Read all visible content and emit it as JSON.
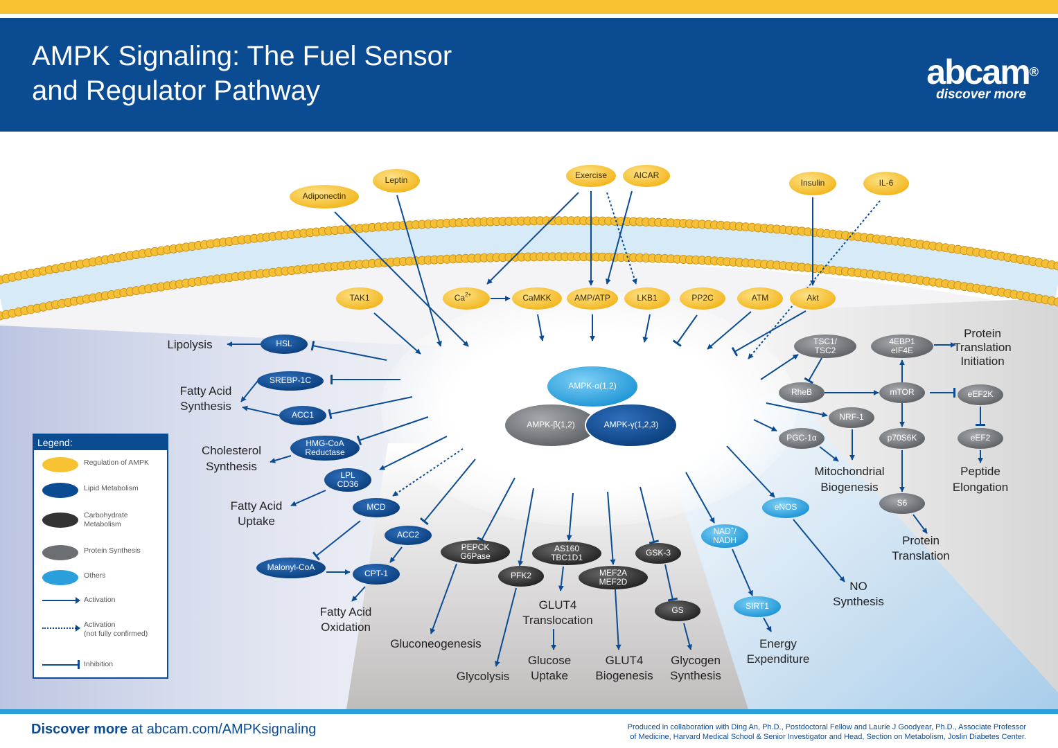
{
  "header": {
    "title_line1": "AMPK Signaling: The Fuel Sensor",
    "title_line2": "and Regulator Pathway",
    "brand": "abcam",
    "brand_mark": "®",
    "tagline": "discover more"
  },
  "colors": {
    "regulation": "#f7c332",
    "lipid": "#0b4b92",
    "carbohydrate": "#333333",
    "protein": "#6b6e72",
    "others": "#2a9fdc",
    "header": "#0b4b92"
  },
  "extracellular": {
    "adiponectin": "Adiponectin",
    "leptin": "Leptin",
    "exercise": "Exercise",
    "aicar": "AICAR",
    "insulin": "Insulin",
    "il6": "IL-6"
  },
  "regulators": {
    "tak1": "TAK1",
    "ca": "Ca",
    "ca_sup": "2+",
    "camkk": "CaMKK",
    "ampatp": "AMP/ATP",
    "lkb1": "LKB1",
    "pp2c": "PP2C",
    "atm": "ATM",
    "akt": "Akt"
  },
  "ampk": {
    "alpha": "AMPK-α(1,2)",
    "beta": "AMPK-β(1,2)",
    "gamma": "AMPK-γ(1,2,3)"
  },
  "lipid": {
    "hsl": "HSL",
    "srebp": "SREBP-1C",
    "acc1": "ACC1",
    "hmg1": "HMG-CoA",
    "hmg2": "Reductase",
    "lpl": "LPL",
    "cd36": "CD36",
    "mcd": "MCD",
    "acc2": "ACC2",
    "malonyl": "Malonyl-CoA",
    "cpt1": "CPT-1"
  },
  "lipid_outputs": {
    "lipolysis": "Lipolysis",
    "fas1": "Fatty Acid",
    "fas2": "Synthesis",
    "chol1": "Cholesterol",
    "chol2": "Synthesis",
    "fau1": "Fatty Acid",
    "fau2": "Uptake",
    "fao1": "Fatty Acid",
    "fao2": "Oxidation"
  },
  "carb": {
    "pepck1": "PEPCK",
    "pepck2": "G6Pase",
    "pfk2": "PFK2",
    "as160_1": "AS160",
    "as160_2": "TBC1D1",
    "mef1": "MEF2A",
    "mef2": "MEF2D",
    "gsk3": "GSK-3",
    "gs": "GS"
  },
  "carb_outputs": {
    "gluconeogenesis": "Gluconeogenesis",
    "glycolysis": "Glycolysis",
    "glut4t1": "GLUT4",
    "glut4t2": "Translocation",
    "gu1": "Glucose",
    "gu2": "Uptake",
    "gb1": "GLUT4",
    "gb2": "Biogenesis",
    "gs1": "Glycogen",
    "gs2": "Synthesis"
  },
  "others": {
    "nad1": "NAD",
    "nad_sup": "+",
    "nad_slash": "/",
    "nad2": "NADH",
    "sirt1": "SIRT1",
    "enos": "eNOS"
  },
  "others_outputs": {
    "ee1": "Energy",
    "ee2": "Expenditure",
    "no1": "NO",
    "no2": "Synthesis"
  },
  "protein": {
    "tsc1": "TSC1/",
    "tsc2": "TSC2",
    "ebp1": "4EBP1",
    "ebp2": "eIF4E",
    "rheb": "RheB",
    "mtor": "mTOR",
    "eef2k": "eEF2K",
    "nrf1": "NRF-1",
    "pgc": "PGC-1α",
    "p70": "p70S6K",
    "eef2": "eEF2",
    "s6": "S6"
  },
  "protein_outputs": {
    "pti1": "Protein",
    "pti2": "Translation",
    "pti3": "Initiation",
    "mb1": "Mitochondrial",
    "mb2": "Biogenesis",
    "pe1": "Peptide",
    "pe2": "Elongation",
    "pt1": "Protein",
    "pt2": "Translation"
  },
  "legend": {
    "title": "Legend:",
    "regulation": "Regulation of AMPK",
    "lipid": "Lipid Metabolism",
    "carb1": "Carbohydrate",
    "carb2": "Metabolism",
    "protein": "Protein Synthesis",
    "others": "Others",
    "activation": "Activation",
    "activation_nc1": "Activation",
    "activation_nc2": "(not fully confirmed)",
    "inhibition": "Inhibition"
  },
  "footer": {
    "discover_bold": "Discover more",
    "discover_rest": " at abcam.com/AMPKsignaling",
    "credit1": "Produced in collaboration with Ding An, Ph.D., Postdoctoral Fellow and Laurie J Goodyear, Ph.D., Associate Professor",
    "credit2": "of Medicine, Harvard Medical School & Senior Investigator and Head, Section on Metabolism, Joslin Diabetes Center."
  }
}
